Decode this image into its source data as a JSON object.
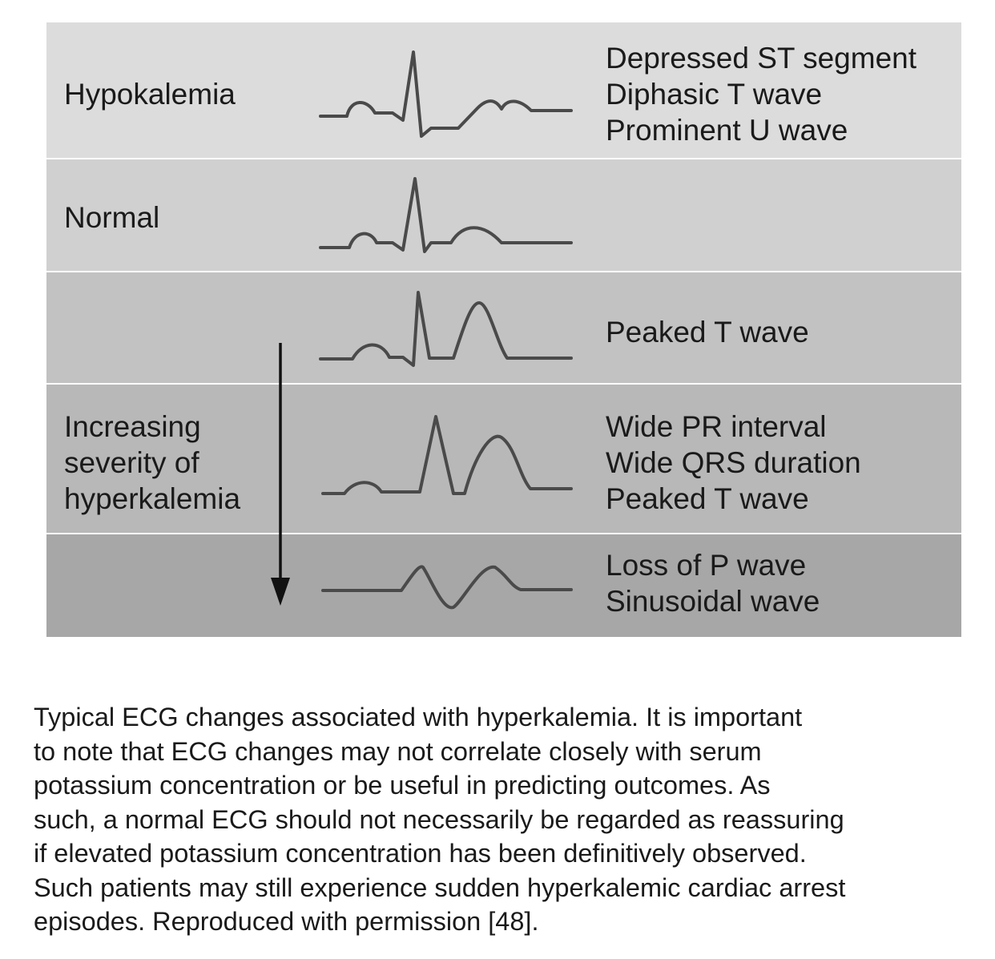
{
  "figure": {
    "rows": [
      {
        "label": "Hypokalemia",
        "notes": [
          "Depressed ST segment",
          "Diphasic T wave",
          "Prominent U wave"
        ],
        "color": "#dcdcdc"
      },
      {
        "label": "Normal",
        "notes": [],
        "color": "#d0d0d0"
      },
      {
        "label": "",
        "notes": [
          "Peaked T wave"
        ],
        "color": "#c2c2c2"
      },
      {
        "label": "Increasing\nseverity of\nhyperkalemia",
        "notes": [
          "Wide PR interval",
          "Wide QRS duration",
          "Peaked T wave"
        ],
        "color": "#b8b8b8"
      },
      {
        "label": "",
        "notes": [
          "Loss of P wave",
          "Sinusoidal wave"
        ],
        "color": "#a7a7a7"
      }
    ],
    "trace_color": "#4a4a4a",
    "arrow_color": "#111111"
  },
  "caption": {
    "lines": [
      "Typical ECG changes associated with hyperkalemia. It is important",
      "to note that ECG changes may not correlate closely with serum",
      "potassium concentration or be useful in predicting outcomes. As",
      "such, a normal ECG should not necessarily be regarded as reassuring",
      "if elevated potassium concentration has been definitively observed.",
      "Such patients may still experience sudden hyperkalemic cardiac arrest",
      "episodes. Reproduced with permission [48]."
    ]
  }
}
